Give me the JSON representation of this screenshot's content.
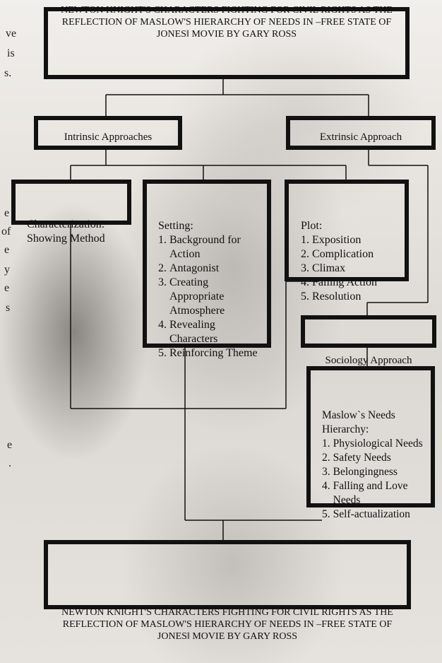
{
  "title": "NEWTON KNIGHT'S CHARACTERS FIGHTING FOR CIVIL RIGHTS AS THE REFLECTION OF MASLOW'S HIERARCHY OF NEEDS IN –FREE STATE OF JONES‖ MOVIE BY GARY ROSS",
  "intrinsic": "Intrinsic Approaches",
  "extrinsic": "Extrinsic Approach",
  "characterization": "Characterization: Showing Method",
  "setting": {
    "heading": "Setting:",
    "items": [
      "Background for Action",
      "Antagonist",
      "Creating Appropriate Atmosphere",
      "Revealing Characters",
      "Reinforcing Theme"
    ]
  },
  "plot": {
    "heading": "Plot:",
    "items": [
      "Exposition",
      "Complication",
      "Climax",
      "Falling Action",
      "Resolution"
    ]
  },
  "sociology": "Sociology Approach",
  "maslow": {
    "heading": "Maslow`s Needs Hierarchy:",
    "items": [
      "Physiological Needs",
      "Safety Needs",
      "Belongingness",
      "Falling and Love Needs",
      "Self-actualization"
    ]
  },
  "background_text": [
    "ve",
    "is",
    "s.",
    "e",
    "of",
    "e",
    "y",
    "e",
    "s",
    "e",
    "."
  ],
  "colors": {
    "line": "#111111",
    "background": "#eae8e4"
  }
}
